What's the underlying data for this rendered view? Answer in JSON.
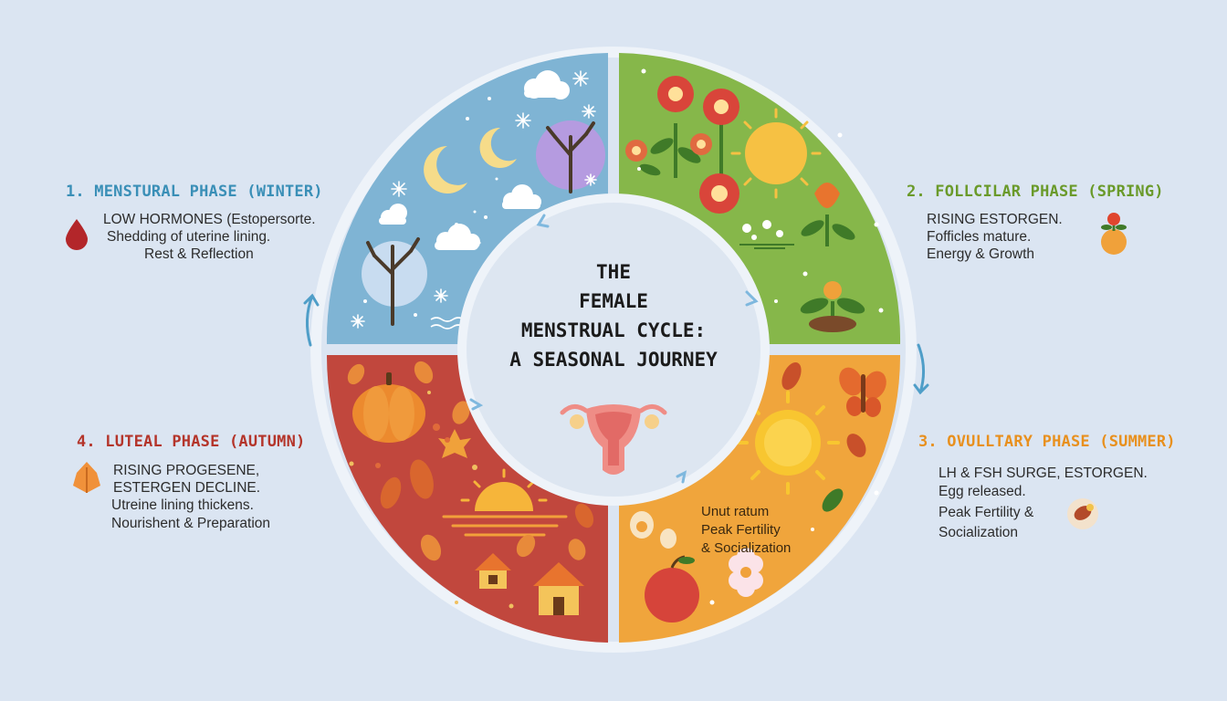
{
  "center": {
    "title_lines": [
      "THE",
      "FEMALE",
      "MENSTRUAL CYCLE:",
      "A SEASONAL JOURNEY"
    ]
  },
  "phases": [
    {
      "title": "1. MENSTURAL PHASE (WINTER)",
      "lines": [
        "LOW HORMONES (Estopersorte.",
        "Shedding of uterine lining.",
        "Rest & Reflection"
      ],
      "color": "#3a8fb7",
      "icon": "blood-drop-icon"
    },
    {
      "title": "2. FOLLCILAR PHASE (SPRING)",
      "lines": [
        "RISING ESTORGEN.",
        "Fofficles mature.",
        "Energy & Growth"
      ],
      "color": "#6a9a2a",
      "icon": "flower-icon"
    },
    {
      "title": "3. OVULLTARY PHASE (SUMMER)",
      "lines": [
        "LH & FSH SURGE, ESTORGEN.",
        "Egg released.",
        "Peak Fertility &",
        "Socialization"
      ],
      "color": "#e8901e",
      "icon": "egg-icon"
    },
    {
      "title": "4. LUTEAL PHASE (AUTUMN)",
      "lines": [
        "RISING PROGESENE,",
        "ESTERGEN DECLINE.",
        "Utreine lining thickens.",
        "Nourishent & Preparation"
      ],
      "color": "#b4352b",
      "icon": "leaf-icon"
    }
  ],
  "summer_inner": {
    "lines": [
      "Unut ratum",
      "Peak Fertility",
      "& Socialization"
    ]
  },
  "colors": {
    "background": "#dbe5f2",
    "winter": "#7fb4d4",
    "spring": "#86b74a",
    "summer": "#f0a53c",
    "autumn": "#c1473d",
    "center": "#dde6f1",
    "ring": "#eef3f9"
  }
}
